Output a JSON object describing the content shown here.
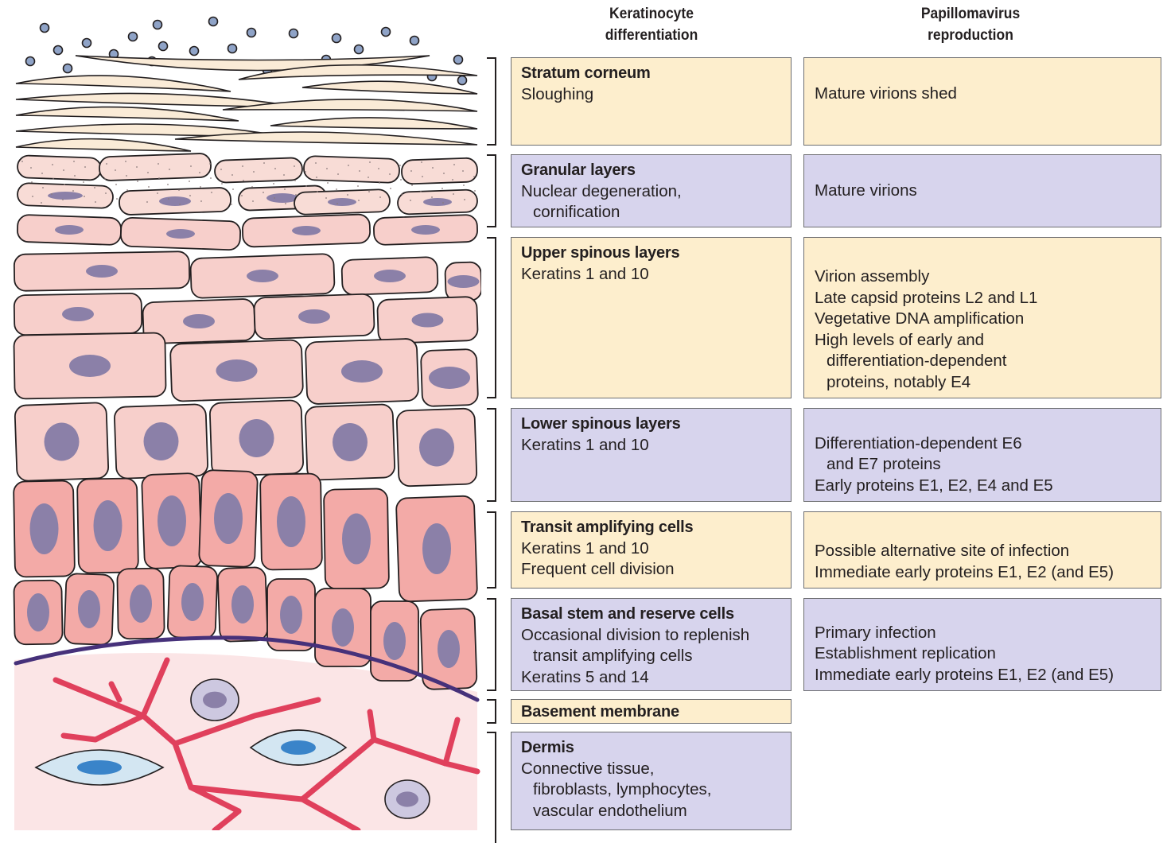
{
  "headers": {
    "left": "Keratinocyte\ndifferentiation",
    "right": "Papillomavirus\nreproduction"
  },
  "rows": [
    {
      "name": "stratum-corneum",
      "color": "#fdeecd",
      "left_title": "Stratum corneum",
      "left_lines": [
        "Sloughing"
      ],
      "right_lines": [
        "Mature virions shed"
      ]
    },
    {
      "name": "granular-layers",
      "color": "#d7d4ed",
      "left_title": "Granular layers",
      "left_lines": [
        "Nuclear degeneration,",
        "cornification"
      ],
      "right_lines": [
        "Mature virions"
      ]
    },
    {
      "name": "upper-spinous-layers",
      "color": "#fdeecd",
      "left_title": "Upper spinous layers",
      "left_lines": [
        "Keratins 1 and 10"
      ],
      "right_lines": [
        "Virion assembly",
        "Late capsid proteins L2 and L1",
        "Vegetative DNA amplification",
        "High levels of early and",
        "differentiation-dependent",
        "proteins, notably E4"
      ]
    },
    {
      "name": "lower-spinous-layers",
      "color": "#d7d4ed",
      "left_title": "Lower spinous layers",
      "left_lines": [
        "Keratins 1 and 10"
      ],
      "right_lines": [
        "Differentiation-dependent E6",
        "and E7 proteins",
        "Early proteins E1, E2, E4 and E5"
      ]
    },
    {
      "name": "transit-amplifying-cells",
      "color": "#fdeecd",
      "left_title": "Transit amplifying cells",
      "left_lines": [
        "Keratins 1 and 10",
        "Frequent cell division"
      ],
      "right_lines": [
        "Possible alternative site of infection",
        "Immediate early proteins E1, E2 (and E5)"
      ]
    },
    {
      "name": "basal-stem-and-reserve-cells",
      "color": "#d7d4ed",
      "left_title": "Basal stem and reserve cells",
      "left_lines": [
        "Occasional division to replenish",
        "transit amplifying cells",
        "Keratins 5 and 14"
      ],
      "right_lines": [
        "Primary infection",
        "Establishment replication",
        "Immediate early proteins E1, E2 (and E5)"
      ]
    },
    {
      "name": "basement-membrane",
      "color": "#fdeecd",
      "left_title": "Basement membrane",
      "left_lines": [],
      "right_lines": []
    },
    {
      "name": "dermis",
      "color": "#d7d4ed",
      "left_title": "Dermis",
      "left_lines": [
        "Connective tissue,",
        "fibroblasts, lymphocytes,",
        "vascular endothelium"
      ],
      "right_lines": []
    }
  ],
  "illustration_colors": {
    "corneum": "#faebd7",
    "granular": "#f8dcd6",
    "spinous": "#f7cfcb",
    "basal": "#f3aaa7",
    "nucleus": "#8b80a8",
    "virion": "#8fa3c7",
    "dermis": "#fbe5e6",
    "basement_membrane": "#46317a",
    "vessel": "#e0405c",
    "fibroblast": "#d3e6f2",
    "fibroblast_nucleus": "#3a84c9",
    "lymphocyte": "#cdc8e0"
  }
}
